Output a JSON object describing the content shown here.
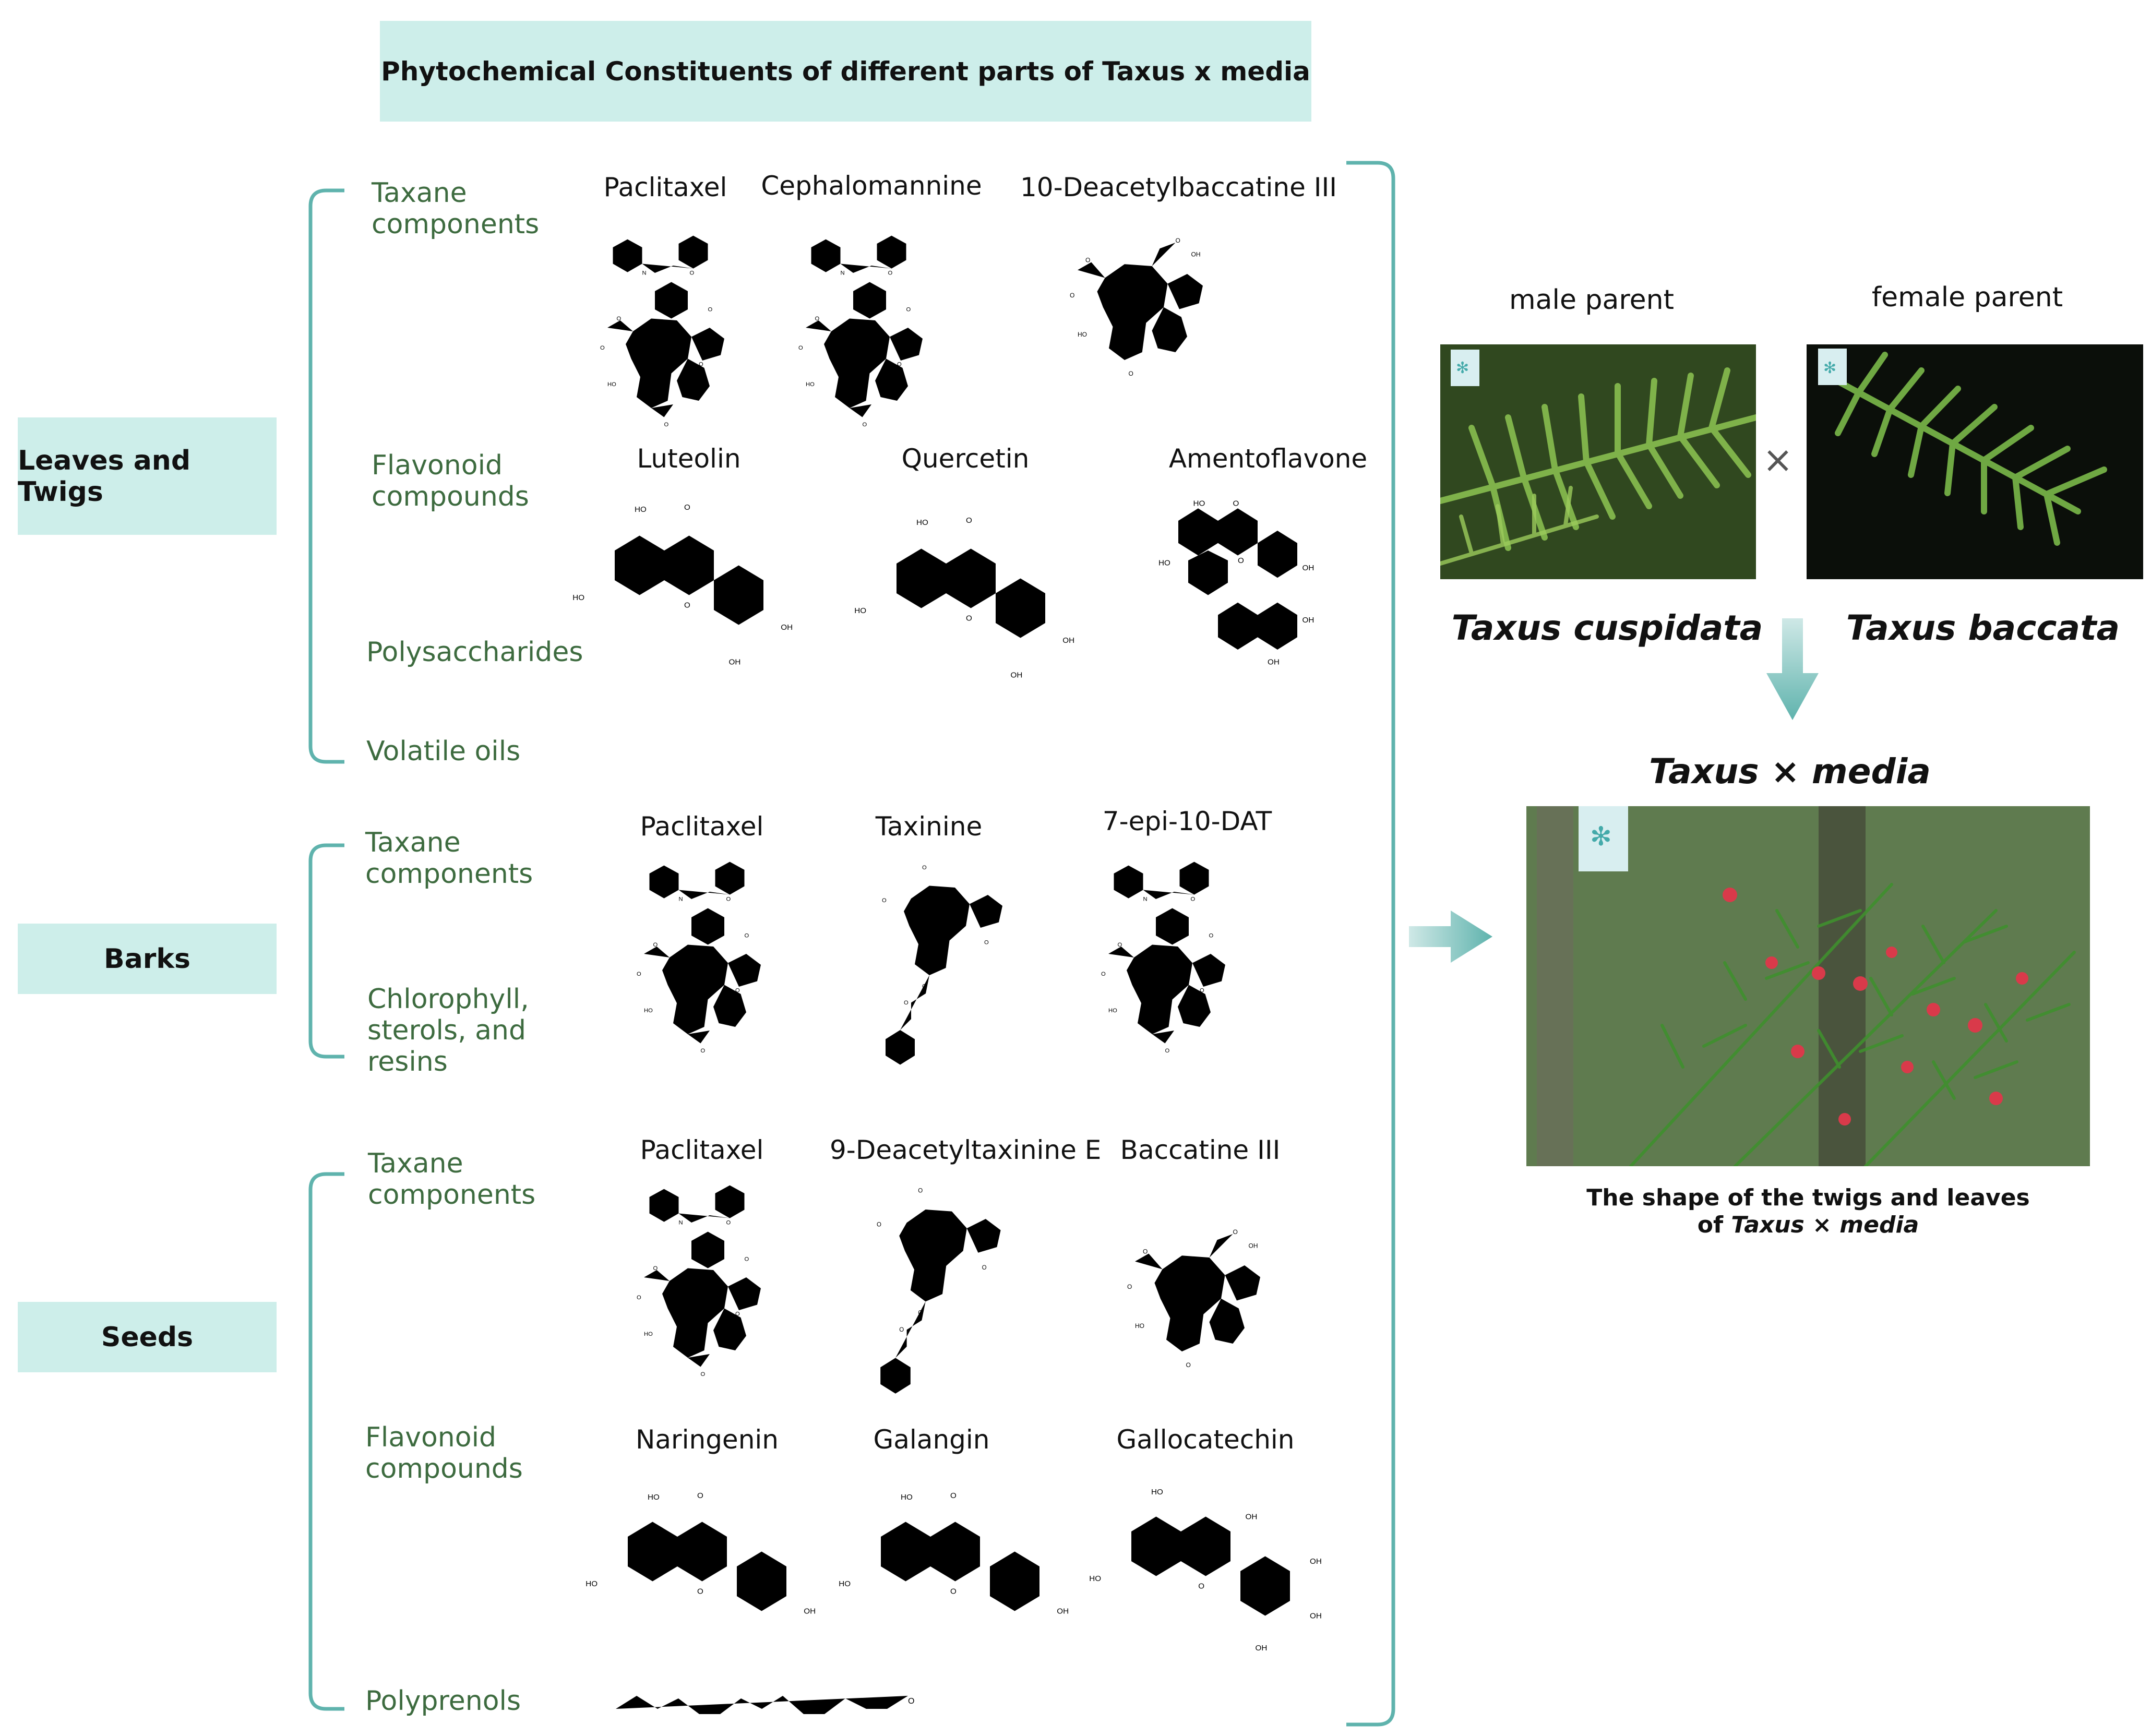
{
  "title": "Phytochemical Constituents of different parts of Taxus x media",
  "parts": [
    {
      "name": "Leaves and Twigs",
      "categories": [
        "Taxane\ncomponents",
        "Flavonoid\ncompounds",
        "Polysaccharides",
        "Volatile oils"
      ],
      "compounds": [
        [
          "Paclitaxel",
          "Cephalomannine",
          "10-Deacetylbaccatine III"
        ],
        [
          "Luteolin",
          "Quercetin",
          "Amentoflavone"
        ]
      ]
    },
    {
      "name": "Barks",
      "categories": [
        "Taxane\ncomponents",
        "Chlorophyll,\nsterols, and\nresins"
      ],
      "compounds": [
        [
          "Paclitaxel",
          "Taxinine",
          "7-epi-10-DAT"
        ]
      ]
    },
    {
      "name": "Seeds",
      "categories": [
        "Taxane\ncomponents",
        "Flavonoid\ncompounds",
        "Polyprenols"
      ],
      "compounds": [
        [
          "Paclitaxel",
          "9-Deacetyltaxinine E",
          "Baccatine III"
        ],
        [
          "Naringenin",
          "Galangin",
          "Gallocatechin"
        ]
      ]
    }
  ],
  "hybrid": {
    "male_label": "male parent",
    "female_label": "female parent",
    "male_species": "Taxus cuspidata",
    "female_species": "Taxus baccata",
    "cross_symbol": "×",
    "hybrid_species": "Taxus × media",
    "caption_line1": "The shape of the twigs and leaves",
    "caption_prefix": "of ",
    "caption_species": "Taxus × media"
  },
  "colors": {
    "banner": "#cdeeea",
    "brace": "#5fb3ad",
    "category_text": "#3d6b3f",
    "oxygen": "#e02020",
    "nitrogen": "#2030c0"
  },
  "chart_data": {
    "type": "diagram",
    "title": "Phytochemical Constituents of different parts of Taxus x media",
    "nodes": [
      {
        "part": "Leaves and Twigs",
        "Taxane components": [
          "Paclitaxel",
          "Cephalomannine",
          "10-Deacetylbaccatine III"
        ],
        "Flavonoid compounds": [
          "Luteolin",
          "Quercetin",
          "Amentoflavone"
        ],
        "other": [
          "Polysaccharides",
          "Volatile oils"
        ]
      },
      {
        "part": "Barks",
        "Taxane components": [
          "Paclitaxel",
          "Taxinine",
          "7-epi-10-DAT"
        ],
        "other": [
          "Chlorophyll, sterols, and resins"
        ]
      },
      {
        "part": "Seeds",
        "Taxane components": [
          "Paclitaxel",
          "9-Deacetyltaxinine E",
          "Baccatine III"
        ],
        "Flavonoid compounds": [
          "Naringenin",
          "Galangin",
          "Gallocatechin"
        ],
        "other": [
          "Polyprenols"
        ]
      }
    ],
    "cross": {
      "male parent": "Taxus cuspidata",
      "female parent": "Taxus baccata",
      "hybrid": "Taxus × media"
    }
  }
}
